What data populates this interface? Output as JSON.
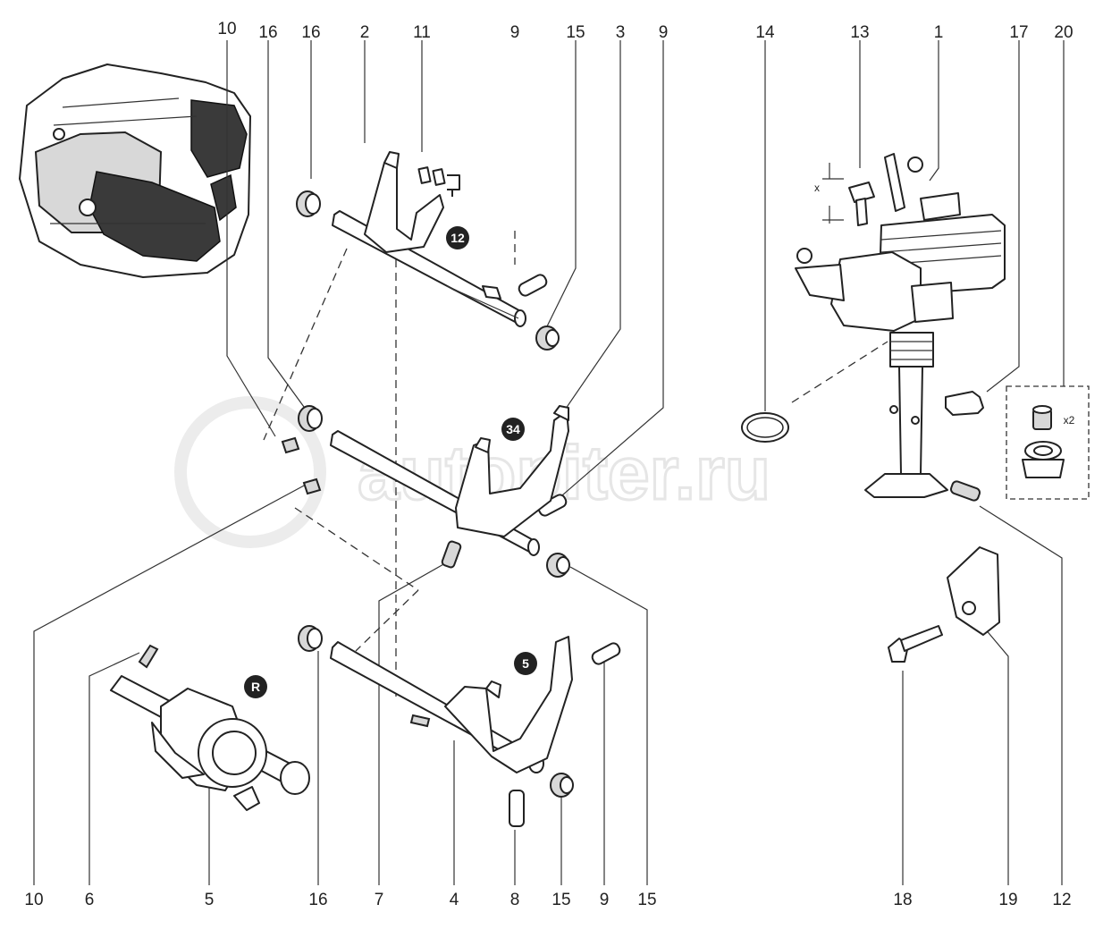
{
  "callouts_top": [
    "10",
    "16",
    "16",
    "2",
    "11",
    "9",
    "15",
    "3",
    "9",
    "14",
    "13",
    "1",
    "17",
    "20"
  ],
  "callouts_bottom": [
    "10",
    "6",
    "5",
    "16",
    "7",
    "4",
    "8",
    "15",
    "9",
    "15",
    "18",
    "19",
    "12"
  ],
  "badges": {
    "badge_12": "12",
    "badge_34": "34",
    "badge_5": "5",
    "badge_R": "R"
  },
  "kit_quantity": "x2",
  "dimension_label": "x",
  "watermark": "autopiter.ru"
}
